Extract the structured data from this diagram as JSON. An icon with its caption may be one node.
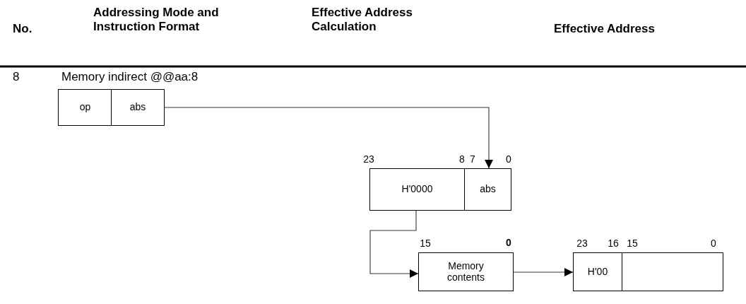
{
  "diagram": {
    "nodes": [
      {
        "text": [
          "op"
        ]
      },
      {
        "text": [
          "abs"
        ]
      },
      {
        "text": [
          "H'0000"
        ]
      },
      {
        "text": [
          "abs"
        ]
      },
      {
        "text": [
          "Memory contents"
        ]
      },
      {
        "text": [
          "H'00"
        ]
      },
      {
        "text": [],
        "shape": "box"
      }
    ],
    "edges": [
      {
        "from": 1,
        "to": 3,
        "arrow": "to"
      },
      {
        "from": 2,
        "to": 4,
        "arrow": "to"
      },
      {
        "from": 4,
        "to": 5,
        "arrow": "to"
      }
    ],
    "labels": [
      "No.",
      "Addressing Mode and Instruction Format",
      "Effective Address Calculation",
      "Effective Address",
      "8",
      "Memory indirect @@aa:8",
      "23",
      "8",
      "7",
      "0",
      "15",
      "0",
      "23",
      "16",
      "15",
      "0"
    ]
  }
}
